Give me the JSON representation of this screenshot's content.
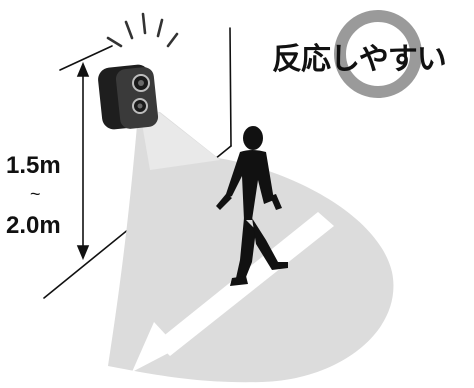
{
  "headline": {
    "text": "反応しやすい",
    "badge_symbol": "circle-mark",
    "badge_color": "#9a9a9a"
  },
  "mounting_height": {
    "min": "1.5m",
    "separator": "~",
    "max": "2.0m"
  },
  "colors": {
    "detection_area": "#dcdcdc",
    "camera_body": "#1e1e1e",
    "camera_front": "#4a4a4a",
    "lines": "#111111",
    "path_arrow": "#ffffff",
    "person": "#111111"
  },
  "icons": {
    "camera": "security-camera-icon",
    "person": "walking-person-icon",
    "motion": "motion-burst-lines",
    "path": "walking-path-arrow"
  }
}
